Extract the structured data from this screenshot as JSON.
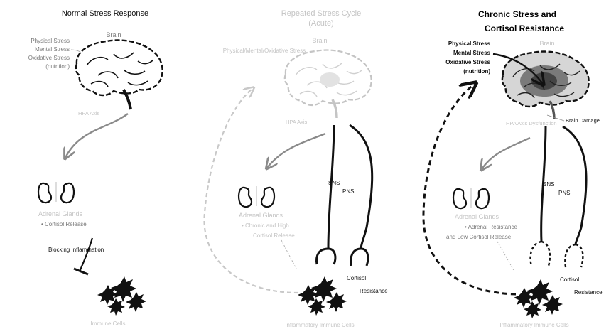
{
  "panels": {
    "normal": {
      "title": "Normal Stress Response",
      "brain_label": "Brain",
      "stress_lines": [
        "Physical Stress",
        "Mental Stress",
        "Oxidative Stress",
        "(nutrition)"
      ],
      "axis_label": "HPA Axis",
      "adrenal_label": "Adrenal Glands",
      "release_label": "• Cortisol Release",
      "blocking_label": "Blocking Inflammation",
      "cells_label": "Immune Cells"
    },
    "acute": {
      "title_lines": [
        "Repeated Stress Cycle",
        "(Acute)"
      ],
      "brain_label": "Brain",
      "stress_line": "Physical/Mental/Oxidative Stress",
      "axis_label": "HPA Axis",
      "sns_label": "SNS",
      "pns_label": "PNS",
      "adrenal_label": "Adrenal Glands",
      "release_lines": [
        "• Chronic and High",
        "Cortisol Release"
      ],
      "resistance_lines": [
        "Cortisol",
        "Resistance"
      ],
      "cells_label": "Inflammatory Immune Cells"
    },
    "chronic": {
      "title_lines": [
        "Chronic Stress and",
        "Cortisol Resistance"
      ],
      "brain_label": "Brain",
      "stress_lines": [
        "Physical Stress",
        "Mental Stress",
        "Oxidative Stress",
        "(nutrition)"
      ],
      "axis_label": "HPA Axis Dysfunction",
      "damage_label": "Brain Damage",
      "sns_label": "SNS",
      "pns_label": "PNS",
      "adrenal_label": "Adrenal Glands",
      "release_lines": [
        "• Adrenal Resistance",
        "and Low Cortisol Release"
      ],
      "resistance_lines": [
        "Cortisol",
        "Resistance"
      ],
      "cells_label": "Inflammatory Immune Cells"
    }
  },
  "colors": {
    "arrow_gray": "#8a8a8a",
    "faint_text": "#c4c4c4",
    "ink": "#111111",
    "brain_fill_chronic": "#5a5a5a"
  }
}
